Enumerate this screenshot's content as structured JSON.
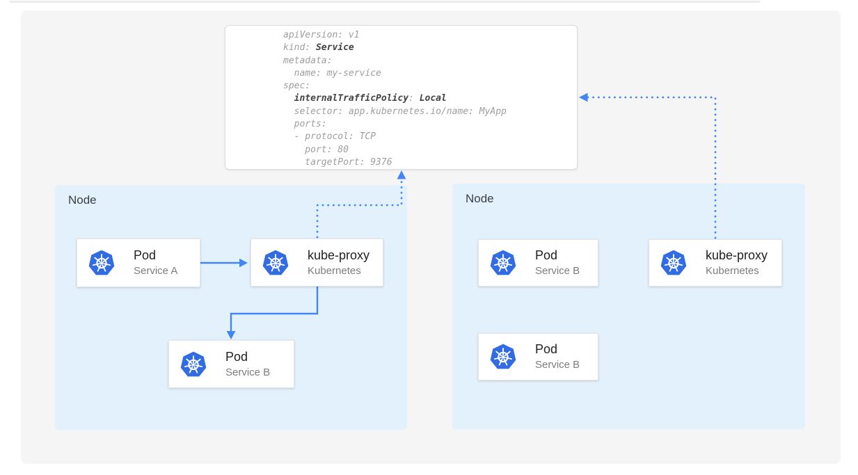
{
  "colors": {
    "arrow_blue": "#4285f4",
    "kubernetes_logo_blue": "#326ce5",
    "node_background": "#e3f1fc",
    "canvas_background": "#f5f5f5",
    "code_text_gray": "#9e9e9e",
    "code_text_emphasis": "#424242"
  },
  "yaml_card": {
    "lines": [
      {
        "segments": [
          {
            "text": "apiVersion: v1",
            "bold": false
          }
        ]
      },
      {
        "segments": [
          {
            "text": "kind: ",
            "bold": false
          },
          {
            "text": "Service",
            "bold": true
          }
        ]
      },
      {
        "segments": [
          {
            "text": "metadata:",
            "bold": false
          }
        ]
      },
      {
        "segments": [
          {
            "text": "  name: my-service",
            "bold": false
          }
        ]
      },
      {
        "segments": [
          {
            "text": "spec:",
            "bold": false
          }
        ]
      },
      {
        "segments": [
          {
            "text": "  ",
            "bold": false
          },
          {
            "text": "internalTrafficPolicy",
            "bold": true
          },
          {
            "text": ": ",
            "bold": false
          },
          {
            "text": "Local",
            "bold": true
          }
        ]
      },
      {
        "segments": [
          {
            "text": "  selector: app.kubernetes.io/name: MyApp",
            "bold": false
          }
        ]
      },
      {
        "segments": [
          {
            "text": "  ports:",
            "bold": false
          }
        ]
      },
      {
        "segments": [
          {
            "text": "  - protocol: TCP",
            "bold": false
          }
        ]
      },
      {
        "segments": [
          {
            "text": "    port: 80",
            "bold": false
          }
        ]
      },
      {
        "segments": [
          {
            "text": "    targetPort: 9376",
            "bold": false
          }
        ]
      }
    ]
  },
  "nodes": {
    "left": {
      "label": "Node",
      "pod_a": {
        "title": "Pod",
        "subtitle": "Service A"
      },
      "kube_proxy": {
        "title": "kube-proxy",
        "subtitle": "Kubernetes"
      },
      "pod_b": {
        "title": "Pod",
        "subtitle": "Service B"
      }
    },
    "right": {
      "label": "Node",
      "pod_b1": {
        "title": "Pod",
        "subtitle": "Service B"
      },
      "kube_proxy": {
        "title": "kube-proxy",
        "subtitle": "Kubernetes"
      },
      "pod_b2": {
        "title": "Pod",
        "subtitle": "Service B"
      }
    }
  }
}
